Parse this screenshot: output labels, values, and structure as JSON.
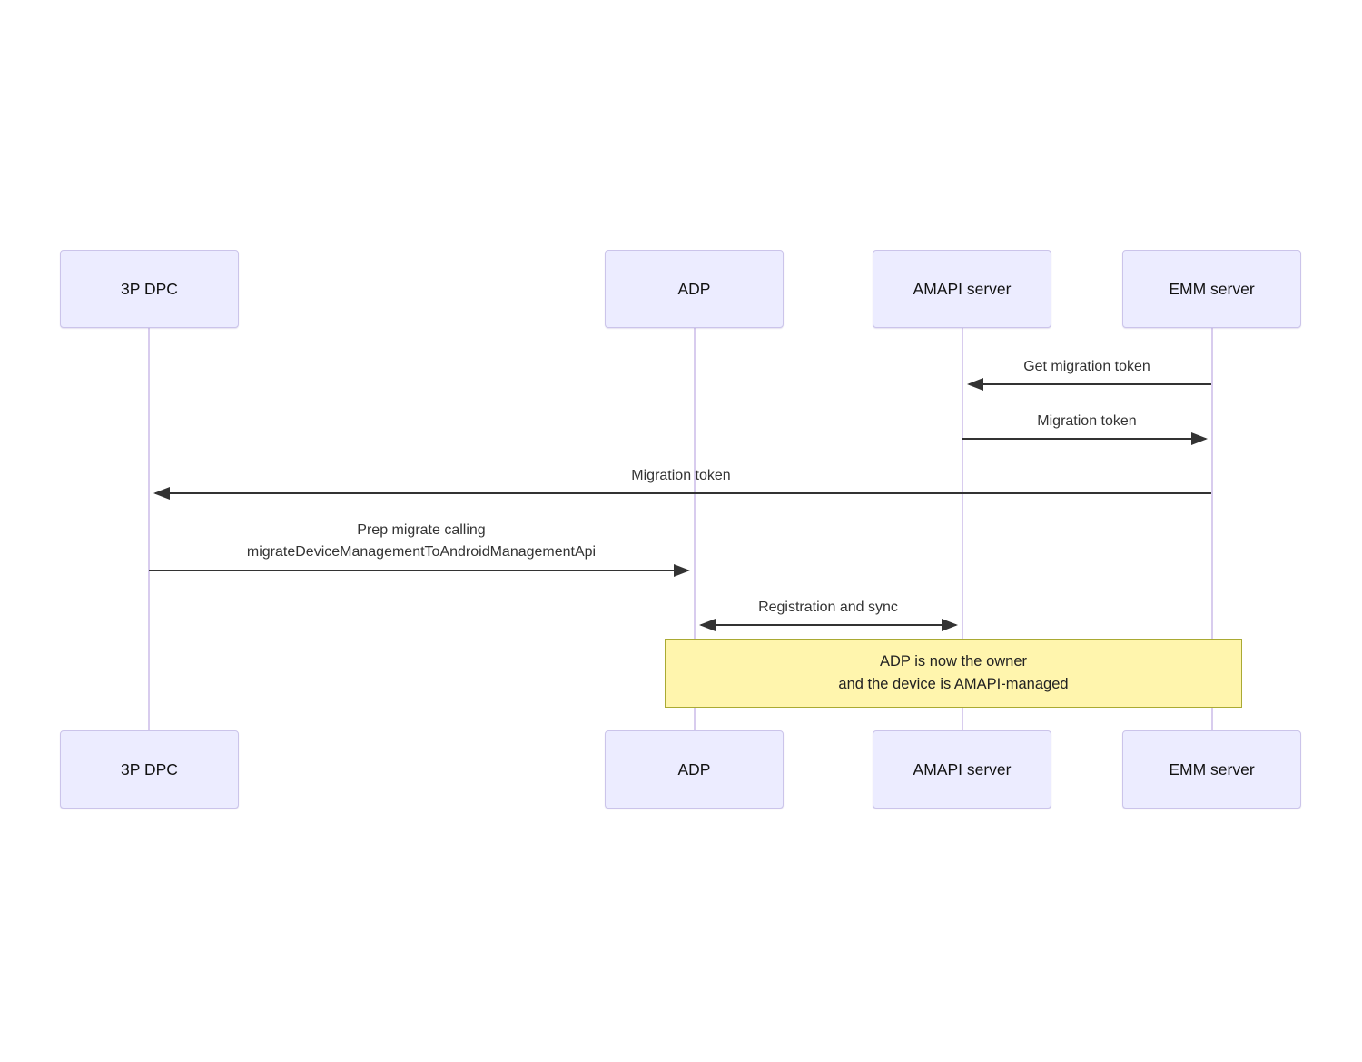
{
  "diagram": {
    "type": "sequence",
    "background_color": "#ffffff",
    "actors": [
      {
        "id": "3p-dpc",
        "label": "3P DPC"
      },
      {
        "id": "adp",
        "label": "ADP"
      },
      {
        "id": "amapi-server",
        "label": "AMAPI server"
      },
      {
        "id": "emm-server",
        "label": "EMM server"
      }
    ],
    "messages": [
      {
        "from": "EMM server",
        "to": "AMAPI server",
        "arrow": "solid",
        "head": "left",
        "lines": [
          "Get migration token"
        ]
      },
      {
        "from": "AMAPI server",
        "to": "EMM server",
        "arrow": "solid",
        "head": "right",
        "lines": [
          "Migration token"
        ]
      },
      {
        "from": "EMM server",
        "to": "3P DPC",
        "arrow": "solid",
        "head": "left",
        "lines": [
          "Migration token"
        ]
      },
      {
        "from": "3P DPC",
        "to": "ADP",
        "arrow": "solid",
        "head": "right",
        "lines": [
          "Prep migrate calling",
          "migrateDeviceManagementToAndroidManagementApi"
        ]
      },
      {
        "from": "ADP",
        "to": "AMAPI server",
        "arrow": "solid",
        "head": "both",
        "lines": [
          "Registration and sync"
        ]
      }
    ],
    "note": {
      "spans": "ADP to EMM server",
      "lines": [
        "ADP is now the owner",
        "and the device is AMAPI-managed"
      ]
    },
    "colors": {
      "actor_fill": "#ECECFF",
      "actor_border": "#CBC4EA",
      "lifeline": "#D8CCEE",
      "arrow": "#333333",
      "message_text": "#333333",
      "note_fill": "#FFF5AD",
      "note_border": "#AAAA33",
      "note_text": "#222222"
    }
  }
}
